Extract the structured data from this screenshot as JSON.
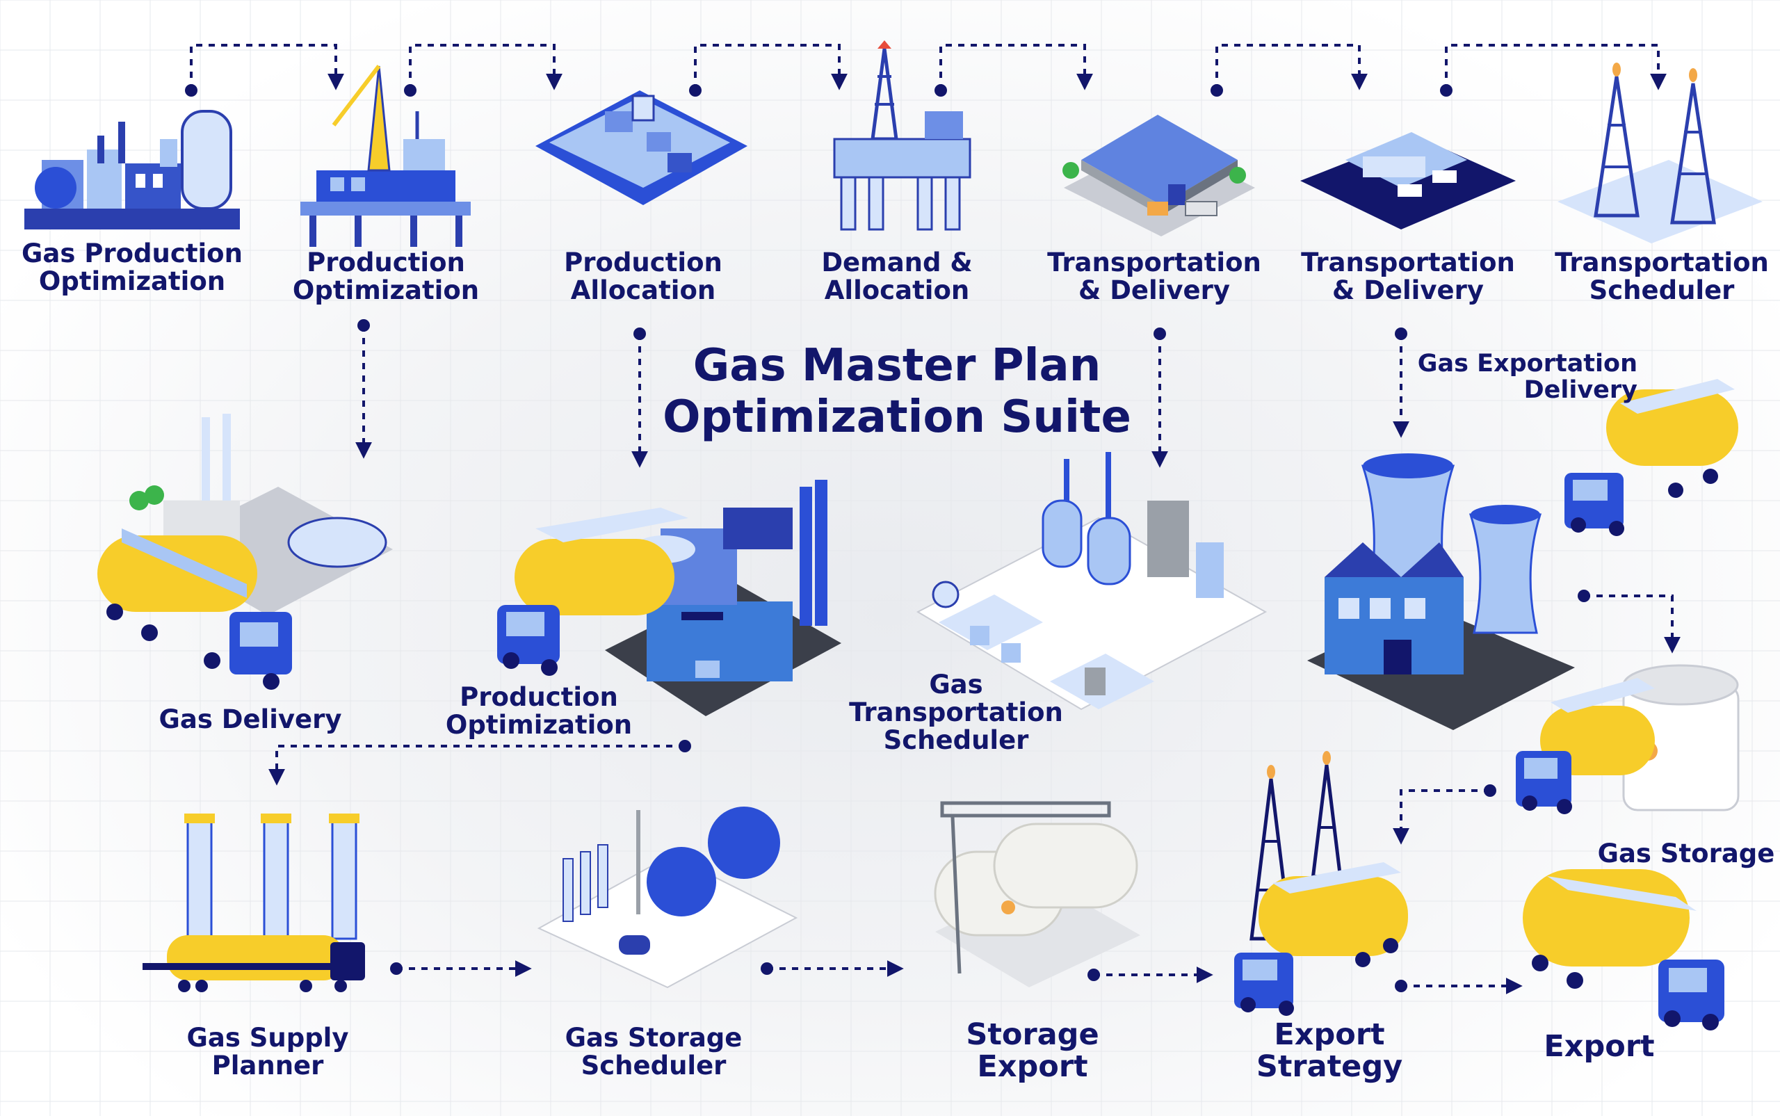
{
  "title": {
    "line1": "Gas Master Plan",
    "line2": "Optimization Suite"
  },
  "colors": {
    "navy": "#12166b",
    "blue": "#2b4fd6",
    "lightblue": "#a9c6f4",
    "yellow": "#f7cd2a",
    "paleblue": "#d6e4fb",
    "grey": "#9aa0a8"
  },
  "nodes": {
    "n1": {
      "line1": "Gas Production",
      "line2": "Optimization",
      "icon": "refinery-icon"
    },
    "n2": {
      "line1": "Production",
      "line2": "Optimization",
      "icon": "offshore-rig-icon"
    },
    "n3": {
      "line1": "Production",
      "line2": "Allocation",
      "icon": "processing-plant-icon"
    },
    "n4": {
      "line1": "Demand &",
      "line2": "Allocation",
      "icon": "oil-platform-icon"
    },
    "n5": {
      "line1": "Transportation",
      "line2": "& Delivery",
      "icon": "warehouse-icon"
    },
    "n6": {
      "line1": "Transportation",
      "line2": "& Delivery",
      "icon": "depot-icon"
    },
    "n7": {
      "line1": "Transportation",
      "line2": "Scheduler",
      "icon": "derrick-icon"
    },
    "n8": {
      "line1": "Gas Delivery",
      "icon": "tanker-factory-icon"
    },
    "n9": {
      "line1": "Production",
      "line2": "Optimization",
      "icon": "factory-tanker-icon"
    },
    "n10": {
      "line1": "Gas",
      "line2": "Transportation",
      "line3": "Scheduler",
      "icon": "city-plant-icon"
    },
    "n11": {
      "line1": "Gas Exportation",
      "line2": "Delivery",
      "icon": "tanker-truck-icon"
    },
    "n12": {
      "icon": "power-plant-icon"
    },
    "n13": {
      "line1": "Gas Storage",
      "icon": "storage-tank-truck-icon"
    },
    "n14": {
      "line1": "Gas Supply",
      "line2": "Planner",
      "icon": "rail-tanker-icon"
    },
    "n15": {
      "line1": "Gas Storage",
      "line2": "Scheduler",
      "icon": "spherical-tanks-icon"
    },
    "n16": {
      "line1": "Storage",
      "line2": "Export",
      "icon": "cylinder-tanks-icon"
    },
    "n17": {
      "line1": "Export",
      "line2": "Strategy",
      "icon": "rig-tanker-icon"
    },
    "n18": {
      "line1": "Export",
      "icon": "export-tanker-icon"
    }
  }
}
